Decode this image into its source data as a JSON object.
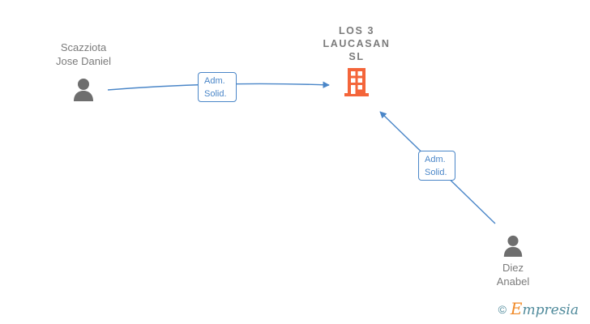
{
  "graph": {
    "company": {
      "name": "LOS 3\nLAUCASAN\nSL",
      "icon": "building-icon",
      "icon_color": "#f4653a"
    },
    "persons": [
      {
        "id": "person-left",
        "name": "Scazziota\nJose Daniel",
        "icon": "person-icon",
        "icon_color": "#6e6e6e",
        "label_position": "above"
      },
      {
        "id": "person-right",
        "name": "Diez\nAnabel",
        "icon": "person-icon",
        "icon_color": "#6e6e6e",
        "label_position": "below"
      }
    ],
    "edges": [
      {
        "id": "edge-1",
        "from": "person-left",
        "to": "company",
        "label": "Adm.\nSolid.",
        "color": "#4a86c8"
      },
      {
        "id": "edge-2",
        "from": "person-right",
        "to": "company",
        "label": "Adm.\nSolid.",
        "color": "#4a86c8"
      }
    ]
  },
  "watermark": {
    "copyright": "©",
    "brand_initial": "E",
    "brand_rest": "mpresia",
    "brand_color": "#4f8a9b",
    "initial_color": "#f08a28"
  }
}
